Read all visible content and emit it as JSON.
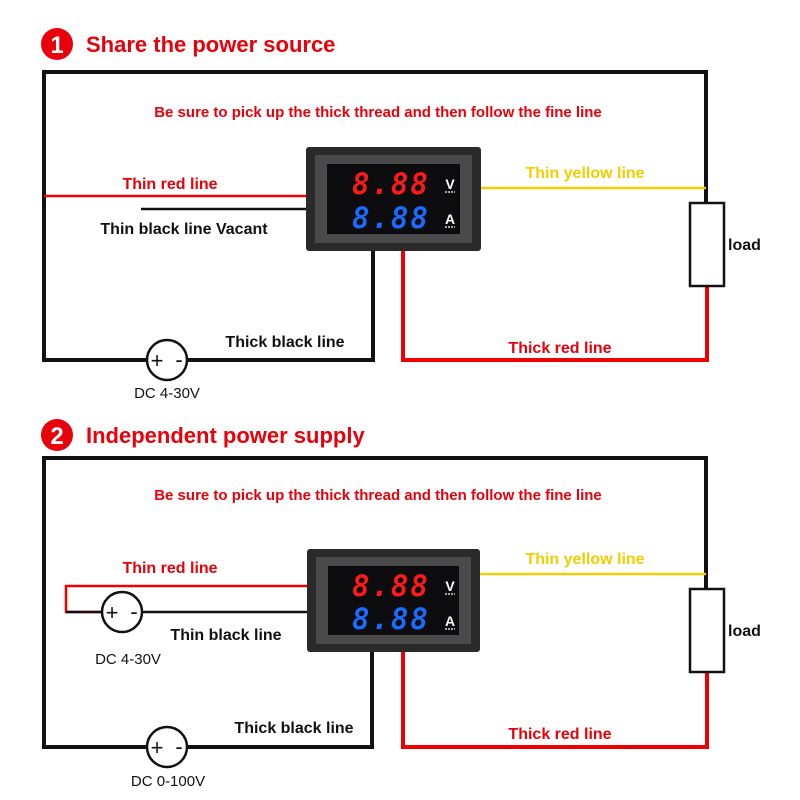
{
  "colors": {
    "accent_red": "#e8000b",
    "wire_black": "#111111",
    "wire_red": "#ee0000",
    "wire_yellow": "#f2cd00",
    "display_red": "#ff1a1a",
    "display_blue": "#1a6bff"
  },
  "diagrams": [
    {
      "number": "1",
      "title": "Share the power source",
      "note": "Be sure to pick up the thick thread and then follow the fine line",
      "labels": {
        "thin_red": "Thin red line",
        "thin_black": "Thin black line Vacant",
        "thin_yellow": "Thin yellow line",
        "thick_black": "Thick black line",
        "thick_red": "Thick red line",
        "load": "load"
      },
      "source": {
        "plus": "+",
        "minus": "-",
        "label": "DC 4-30V"
      },
      "meter": {
        "top_reading": "8.88",
        "bottom_reading": "8.88",
        "top_unit": "V",
        "bottom_unit": "A"
      }
    },
    {
      "number": "2",
      "title": "Independent power supply",
      "note": "Be sure to pick up the thick thread and then follow the fine line",
      "labels": {
        "thin_red": "Thin red line",
        "thin_black": "Thin black line",
        "thin_yellow": "Thin yellow line",
        "thick_black": "Thick black line",
        "thick_red": "Thick red line",
        "load": "load"
      },
      "aux_source": {
        "plus": "+",
        "minus": "-",
        "label": "DC 4-30V"
      },
      "source": {
        "plus": "+",
        "minus": "-",
        "label": "DC 0-100V"
      },
      "meter": {
        "top_reading": "8.88",
        "bottom_reading": "8.88",
        "top_unit": "V",
        "bottom_unit": "A"
      }
    }
  ]
}
